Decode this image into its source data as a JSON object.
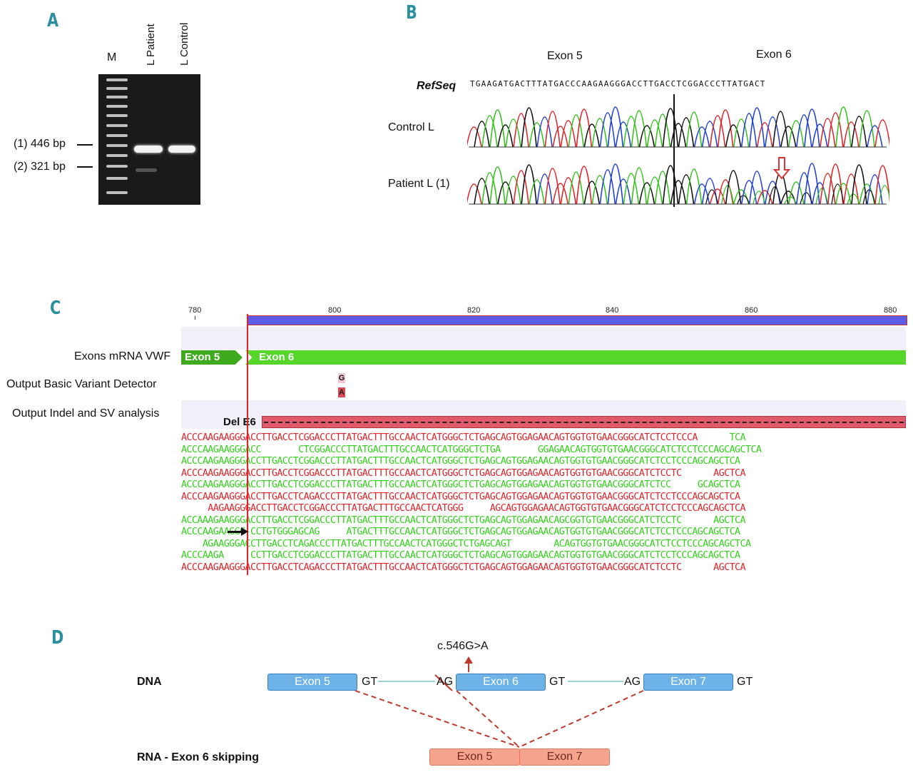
{
  "panels": {
    "a": "A",
    "b": "B",
    "c": "C",
    "d": "D"
  },
  "panel_a": {
    "marker_label": "M",
    "lane_labels": [
      "L Patient",
      "L Control"
    ],
    "band_labels": [
      "(1) 446 bp",
      "(2) 321 bp"
    ]
  },
  "panel_b": {
    "exon5_label": "Exon 5",
    "exon6_label": "Exon 6",
    "refseq_label": "RefSeq",
    "refseq": "TGAAGATGACTTTATGACCCAAGAAGGGACCTTGACCTCGGACCCTTATGACT",
    "control_label": "Control L",
    "patient_label": "Patient L (1)",
    "colors": {
      "A": "#34c21c",
      "C": "#2040d8",
      "G": "#111111",
      "T": "#e0242a"
    }
  },
  "panel_c": {
    "ticks": [
      "780",
      "800",
      "820",
      "840",
      "860",
      "880"
    ],
    "track_exons": "Exons mRNA VWF",
    "track_variant": "Output Basic Variant Detector",
    "track_indel": "Output Indel and SV analysis",
    "exon5_bar": "Exon 5",
    "exon6_bar": "Exon 6",
    "variant_ref": "G",
    "variant_alt": "A",
    "deletion_label": "Del E6",
    "reads": [
      [
        [
          "r",
          "ACCCAAGAAGGGACCTTGACCTCGGACCCTTATGACTTTGCCAACTCATGGGCTCTGAGCAGTGGAGAACAGTGGTGTGAACGGGCATCTCCTCCCA      "
        ],
        [
          "g",
          "TCA"
        ]
      ],
      [
        [
          "g",
          "ACCCAAGAAGGGACC       CTCGGACCCTTATGACTTTGCCAACTCATGGGCTCTGA       GGAGAACAGTGGTGTGAACGGGCATCTCCTCCCAGCAGCTCA"
        ]
      ],
      [
        [
          "g",
          "ACCCAAGAAGGGACCTTGACCTCGGACCCTTATGACTTTGCCAACTCATGGGCTCTGAGCAGTGGAGAACAGTGGTGTGAACGGGCATCTCCTCCCAGCAGCTCA"
        ]
      ],
      [
        [
          "r",
          "ACCCAAGAAGGGACCTTGACCTCGGACCCTTATGACTTTGCCAACTCATGGGCTCTGAGCAGTGGAGAACAGTGGTGTGAACGGGCATCTCCTC      AGCTCA"
        ]
      ],
      [
        [
          "g",
          "ACCCAAGAAGGGACCTTGACCTCGGACCCTTATGACTTTGCCAACTCATGGGCTCTGAGCAGTGGAGAACAGTGGTGTGAACGGGCATCTCC     GCAGCTCA"
        ]
      ],
      [
        [
          "r",
          "ACCCAAGAAGGGACCTTGACCTCAGACCCTTATGACTTTGCCAACTCATGGGCTCTGAGCAGTGGAGAACAGTGGTGTGAACGGGCATCTCCTCCCAGCAGCTCA"
        ]
      ],
      [
        [
          "r",
          "     AAGAAGGGACCTTGACCTCGGACCCTTATGACTTTGCCAACTCATGGG     AGCAGTGGAGAACAGTGGTGTGAACGGGCATCTCCTCCCAGCAGCTCA"
        ]
      ],
      [
        [
          "g",
          "ACCAAAGAAGGGACCTTGACCTCGGACCCTTATGACTTTGCCAACTCATGGGCTCTGAGCAGTGGAGAACAGCGGTGTGAACGGGCATCTCCTC      AGCTCA"
        ]
      ],
      [
        [
          "g",
          "ACCCAAGAAGGG-CCTGTGGGAGCAG     ATGACTTTGCCAACTCATGGGCTCTGAGCAGTGGAGAACAGTGGTGTGAACGGGCATCTCCTCCCAGCAGCTCA"
        ]
      ],
      [
        [
          "g",
          "    AGAAGGGACCTTGACCTCAGACCCTTATGACTTTGCCAACTCATGGGCTCTGAGCAGT        ACAGTGGTGTGAACGGGCATCTCCTCCCAGCAGCTCA"
        ]
      ],
      [
        [
          "g",
          "ACCCAAGA     CCTTGACCTCGGACCCTTATGACTTTGCCAACTCATGGGCTCTGAGCAGTGGAGAACAGTGGTGTGAACGGGCATCTCCTCCCAGCAGCTCA"
        ]
      ],
      [
        [
          "r",
          "ACCCAAGAAGGGACCTTGACCTCAGACCCTTATGACTTTGCCAACTCATGGGCTCTGAGCAGTGGAGAACAGTGGTGTGAACGGGCATCTCCTC      AGCTCA"
        ]
      ]
    ]
  },
  "panel_d": {
    "dna_label": "DNA",
    "rna_label": "RNA - Exon 6 skipping",
    "mutation": "c.546G>A",
    "exon5": "Exon 5",
    "exon6": "Exon 6",
    "exon7": "Exon 7",
    "gt": "GT",
    "ag": "AG"
  }
}
